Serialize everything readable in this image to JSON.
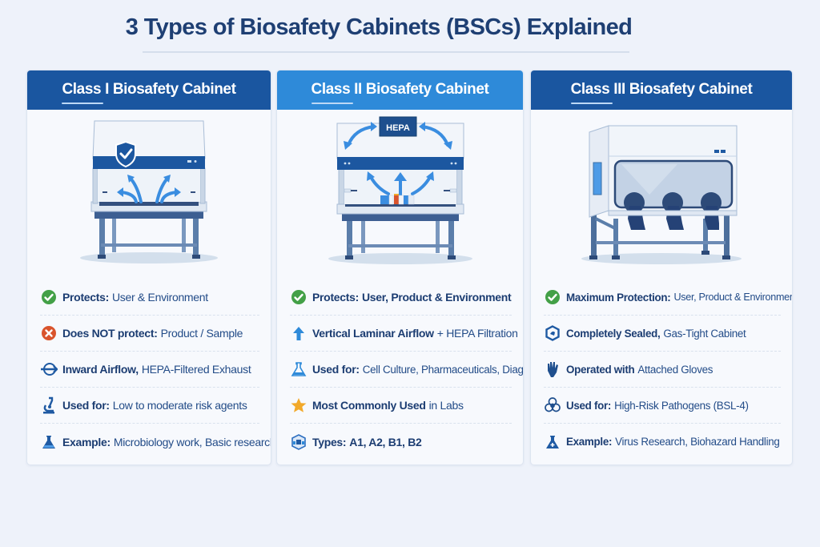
{
  "title": "3 Types of Biosafety Cabinets (BSCs) Explained",
  "colors": {
    "background": "#eef2fa",
    "header_dark": "#1a56a0",
    "header_light": "#2e8ad9",
    "title_text": "#1e3f73",
    "check_green": "#43a047",
    "x_red": "#d9532c",
    "star_gold": "#f2a92a"
  },
  "cards": [
    {
      "title": "Class I Biosafety Cabinet",
      "illustration": "class-1-cabinet-with-shield-and-inward-airflow",
      "items": [
        {
          "icon": "check-circle-icon",
          "label": "Protects:",
          "value": "User & Environment"
        },
        {
          "icon": "x-circle-icon",
          "label": "Does NOT protect:",
          "value": "Product / Sample"
        },
        {
          "icon": "airflow-arrow-icon",
          "label": "Inward Airflow,",
          "value": "HEPA-Filtered Exhaust"
        },
        {
          "icon": "microscope-icon",
          "label": "Used for:",
          "value": "Low to moderate risk agents"
        },
        {
          "icon": "flask-icon",
          "label": "Example:",
          "value": "Microbiology work, Basic research"
        }
      ]
    },
    {
      "title": "Class II Biosafety Cabinet",
      "illustration": "class-2-cabinet-with-hepa-recirculation",
      "hepa_label": "HEPA",
      "items": [
        {
          "icon": "check-circle-icon",
          "label": "Protects:",
          "value": "User, Product & Environment"
        },
        {
          "icon": "up-arrow-icon",
          "label": "Vertical Laminar Airflow",
          "value": "+ HEPA Filtration"
        },
        {
          "icon": "flask-icon",
          "label": "Used for:",
          "value": "Cell Culture, Pharmaceuticals, Diagnostics"
        },
        {
          "icon": "star-icon",
          "label": "Most Commonly Used",
          "value": "in Labs"
        },
        {
          "icon": "cube-icon",
          "label": "Types:",
          "value": "A1, A2, B1, B2"
        }
      ]
    },
    {
      "title": "Class III Biosafety Cabinet",
      "illustration": "class-3-glovebox-cabinet",
      "items": [
        {
          "icon": "check-circle-icon",
          "label": "Maximum Protection:",
          "value": "User, Product & Environment"
        },
        {
          "icon": "sealed-hexagon-icon",
          "label": "Completely Sealed,",
          "value": "Gas-Tight Cabinet"
        },
        {
          "icon": "glove-icon",
          "label": "Operated with",
          "value": "Attached Gloves"
        },
        {
          "icon": "biohazard-icon",
          "label": "Used for:",
          "value": "High-Risk Pathogens (BSL-4)"
        },
        {
          "icon": "flask-icon",
          "label": "Example:",
          "value": "Virus Research, Biohazard Handling"
        }
      ]
    }
  ]
}
